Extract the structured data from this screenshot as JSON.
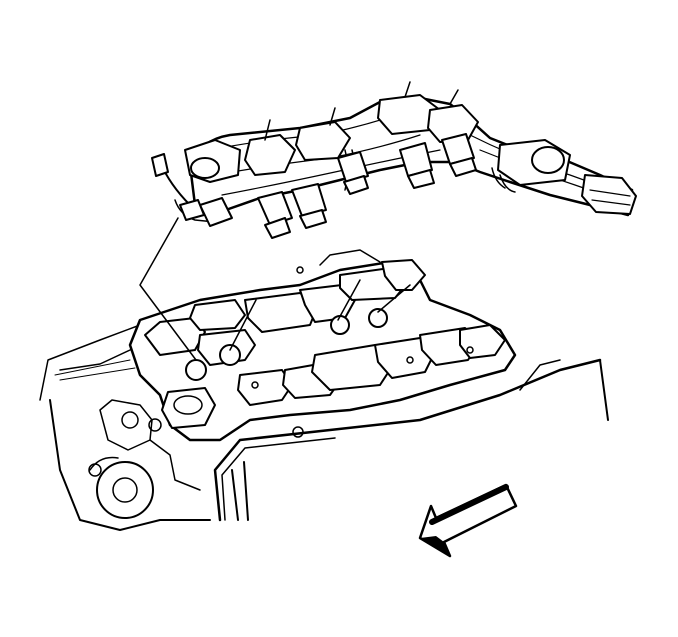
{
  "diagram": {
    "components": [
      {
        "id": "fuel-injector-harness",
        "icon": "wiring-harness-icon"
      },
      {
        "id": "fuel-injectors",
        "count": 6
      },
      {
        "id": "intake-manifold"
      },
      {
        "id": "engine-block"
      }
    ],
    "direction_arrow": {
      "icon": "front-direction-arrow-icon",
      "pointing": "down-left"
    },
    "colors": {
      "ink": "#000000",
      "background": "#ffffff"
    }
  }
}
